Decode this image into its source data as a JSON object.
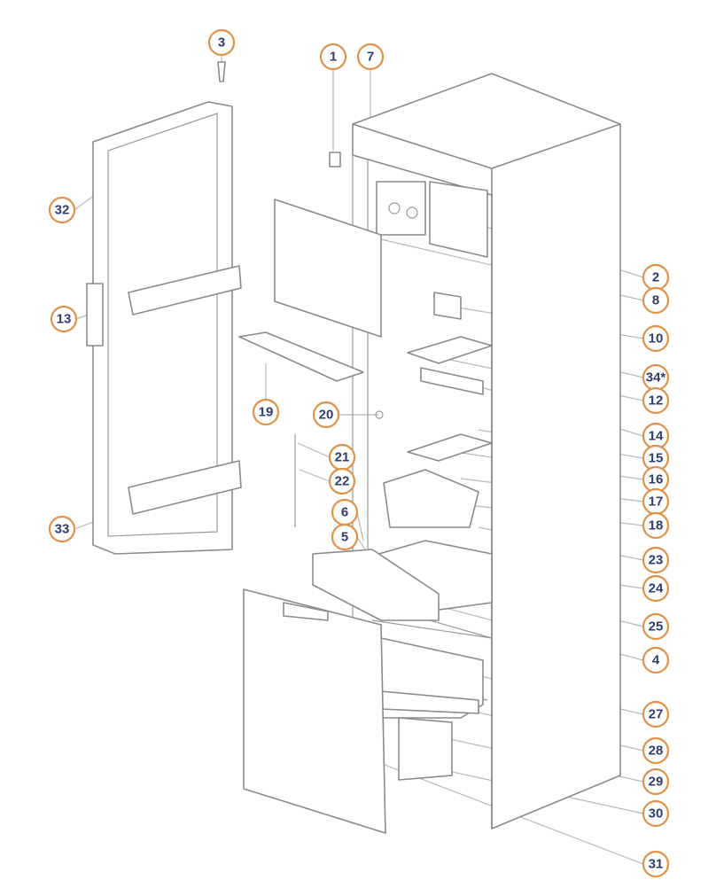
{
  "title": "Refrigerator exploded parts diagram",
  "colors": {
    "callout_ring": "#e0924a",
    "callout_text": "#2f3d6e",
    "line_art": "#8a8a8a"
  },
  "callouts": {
    "c1": "1",
    "c2": "2",
    "c3": "3",
    "c4": "4",
    "c5": "5",
    "c6": "6",
    "c7": "7",
    "c8": "8",
    "c10": "10",
    "c12": "12",
    "c13": "13",
    "c14": "14",
    "c15": "15",
    "c16": "16",
    "c17": "17",
    "c18": "18",
    "c19": "19",
    "c20": "20",
    "c21": "21",
    "c22": "22",
    "c23": "23",
    "c24": "24",
    "c25": "25",
    "c27": "27",
    "c28": "28",
    "c29": "29",
    "c30": "30",
    "c31": "31",
    "c32": "32",
    "c33": "33",
    "c34": "34*"
  }
}
